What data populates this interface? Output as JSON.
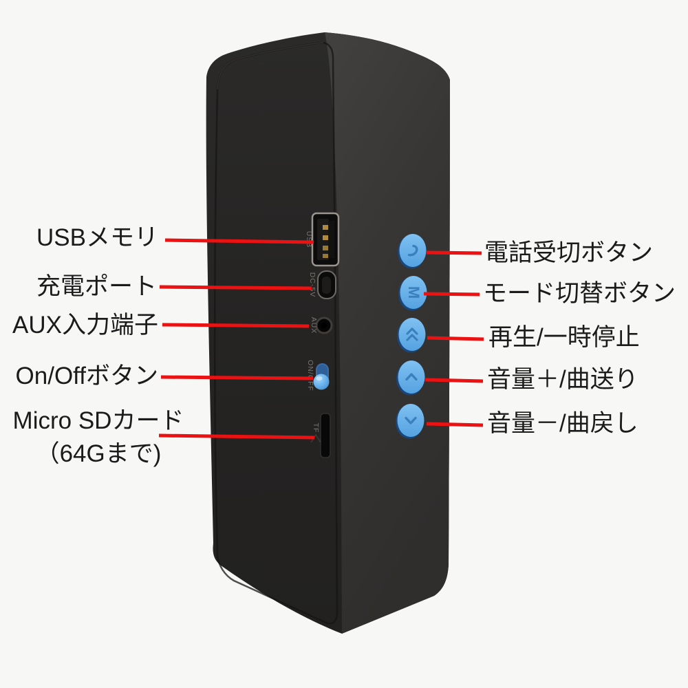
{
  "figure": {
    "title": "speaker-annotation-diagram"
  },
  "colors": {
    "background": "#f7f7f6",
    "callout_line": "#ea1212",
    "label_text": "#1b1b1b",
    "body_left_face": "#262524",
    "body_right_face": "#3d3b39",
    "button_blue": "#64aeea",
    "button_blue_dark": "#17477c",
    "button_icon_blue": "#3a80bd"
  },
  "device": {
    "port_labels": {
      "usb": "USB",
      "charge": "DC-5V",
      "aux": "AUX",
      "power": "ON/OFF",
      "sd": "TF"
    }
  },
  "callouts": {
    "left": [
      {
        "label": "USBメモリ"
      },
      {
        "label": "充電ポート"
      },
      {
        "label": "AUX入力端子"
      },
      {
        "label": "On/Offボタン"
      },
      {
        "label": "Micro SDカード",
        "sublabel": "（64Gまで)"
      }
    ],
    "right": [
      {
        "label": "電話受切ボタン"
      },
      {
        "label": "モード切替ボタン"
      },
      {
        "label": "再生/一時停止"
      },
      {
        "label": "音量＋/曲送り"
      },
      {
        "label": "音量－/曲戻し"
      }
    ]
  }
}
